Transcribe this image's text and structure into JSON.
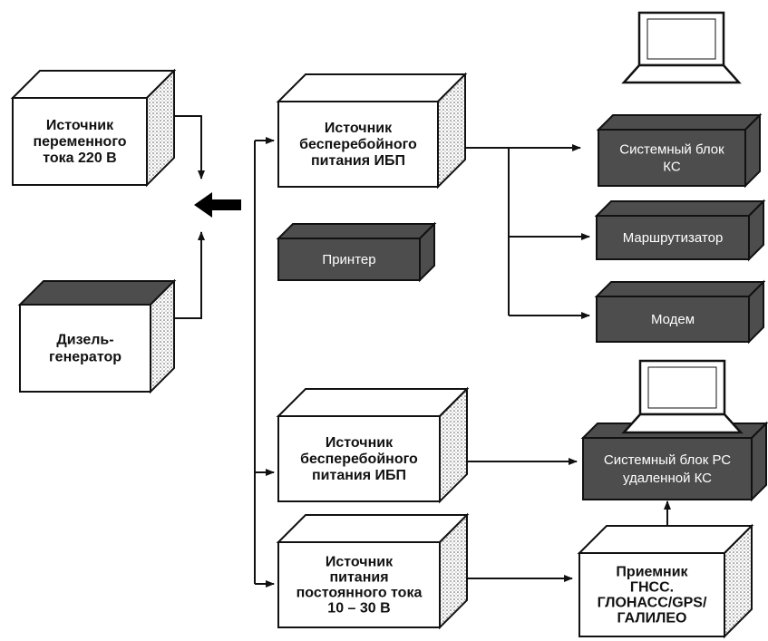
{
  "boxes": {
    "ac_source": [
      "Источник",
      "переменного",
      "тока 220 В"
    ],
    "diesel": [
      "Дизель-",
      "генератор"
    ],
    "ups_top": [
      "Источник",
      "бесперебойного",
      "питания ИБП"
    ],
    "printer": [
      "Принтер"
    ],
    "system_unit_ks": [
      "Системный блок",
      "КС"
    ],
    "router": [
      "Маршрутизатор"
    ],
    "modem": [
      "Модем"
    ],
    "ups_bottom": [
      "Источник",
      "бесперебойного",
      "питания ИБП"
    ],
    "dc_source": [
      "Источник",
      "питания",
      "постоянного тока",
      "10 – 30 В"
    ],
    "system_unit_remote": [
      "Системный блок РС",
      "удаленной КС"
    ],
    "gnss_receiver": [
      "Приемник",
      "ГНСС.",
      "ГЛОНАСС/GPS/",
      "ГАЛИЛЕО"
    ]
  },
  "icons": [
    "laptop-icon",
    "laptop-icon",
    "thick-arrow-icon"
  ],
  "colors": {
    "line": "#111111",
    "dark_fill": "#4d4d4d",
    "light_fill": "#ffffff"
  }
}
